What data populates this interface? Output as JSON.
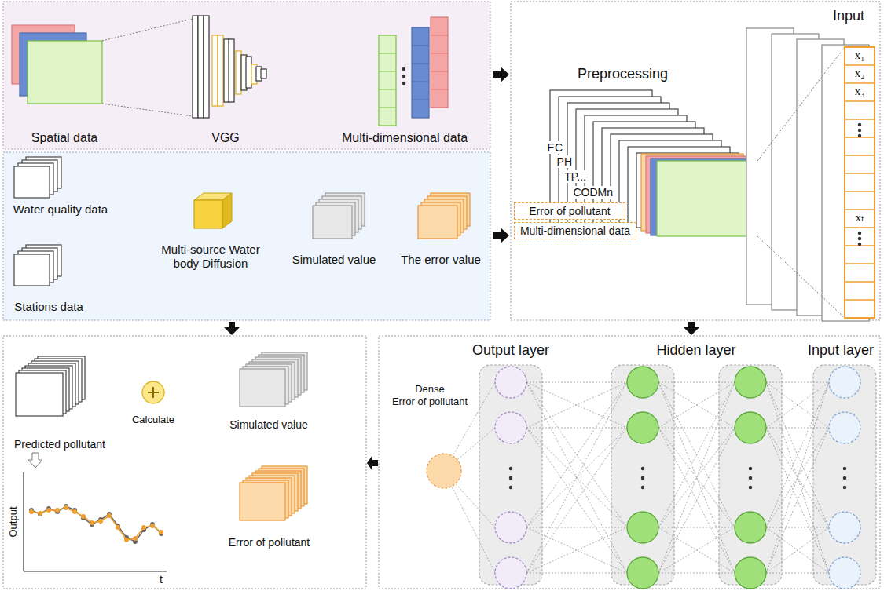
{
  "diagram": {
    "nodes": [
      {
        "text": [
          "Spatial data"
        ]
      },
      {
        "text": [
          "VGG"
        ]
      },
      {
        "text": [
          "Multi-dimensional data"
        ]
      },
      {
        "text": [
          "Water quality data"
        ]
      },
      {
        "text": [
          "Stations data"
        ]
      },
      {
        "text": [
          "Multi-source Water body Diffusion"
        ]
      },
      {
        "text": [
          "Simulated value"
        ]
      },
      {
        "text": [
          "The error value"
        ]
      },
      {
        "text": [
          "Error of pollutant"
        ]
      },
      {
        "text": [
          "Multi-dimensional data"
        ]
      },
      {
        "text": [
          "Predicted pollutant"
        ]
      },
      {
        "text": [
          "Calculate"
        ]
      },
      {
        "text": [
          "Simulated value"
        ]
      },
      {
        "text": [
          "Error of pollutant"
        ]
      },
      {
        "text": [
          "Dense",
          "Error of pollutant"
        ]
      }
    ],
    "edges": [
      {
        "from": 0,
        "to": 1,
        "arrow": "none"
      },
      {
        "from": 1,
        "to": 2,
        "arrow": "to"
      },
      {
        "from": 3,
        "to": 5,
        "arrow": "none"
      },
      {
        "from": 4,
        "to": 5,
        "arrow": "none"
      },
      {
        "from": 5,
        "to": 6,
        "arrow": "to"
      },
      {
        "from": 6,
        "to": 7,
        "arrow": "to"
      },
      {
        "from": 11,
        "to": 10,
        "arrow": "none"
      },
      {
        "from": 11,
        "to": 12,
        "arrow": "none"
      },
      {
        "from": 11,
        "to": 13,
        "arrow": "none"
      }
    ],
    "labels": [
      "Preprocessing",
      "EC",
      "PH",
      "TP...",
      "CODMn",
      "Input",
      "x₁",
      "x₂",
      "x₃",
      "xₜ",
      "Output layer",
      "Hidden layer",
      "Input layer",
      "Output",
      "t"
    ]
  }
}
